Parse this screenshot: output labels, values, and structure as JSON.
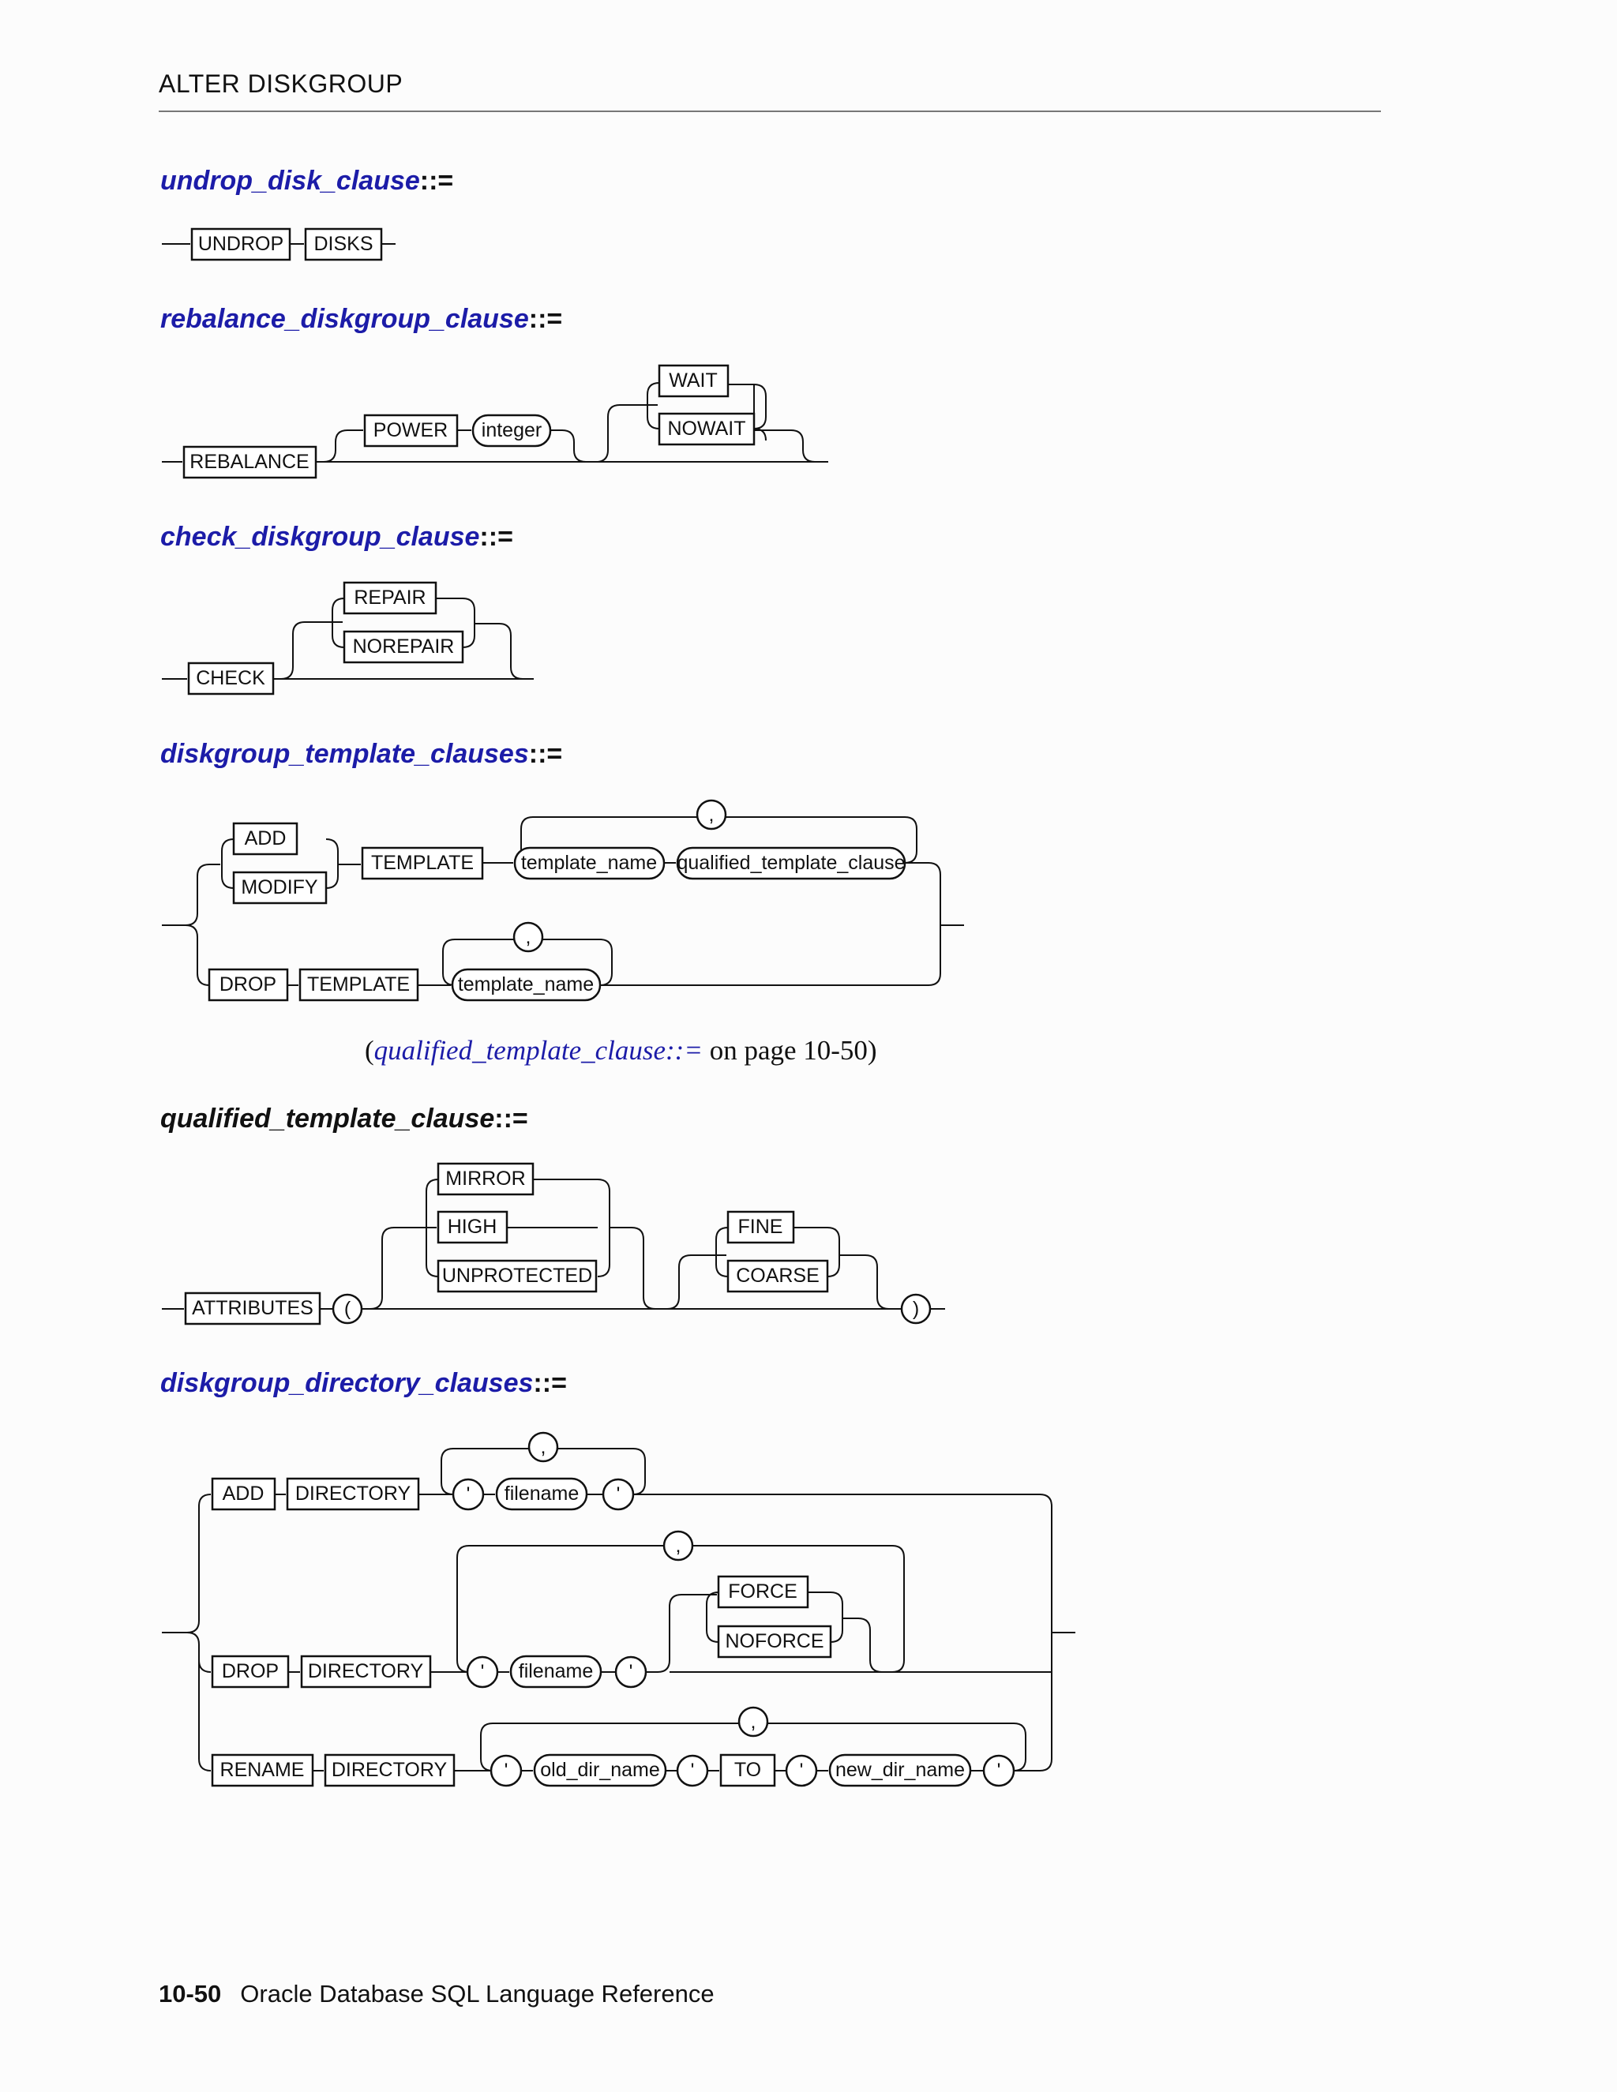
{
  "header": {
    "title": "ALTER DISKGROUP"
  },
  "sections": {
    "undrop": {
      "name": "undrop_disk_clause",
      "op": "::=",
      "tokens": {
        "undrop": "UNDROP",
        "disks": "DISKS"
      }
    },
    "rebalance": {
      "name": "rebalance_diskgroup_clause",
      "op": "::=",
      "tokens": {
        "rebalance": "REBALANCE",
        "power": "POWER",
        "integer": "integer",
        "wait": "WAIT",
        "nowait": "NOWAIT"
      }
    },
    "check": {
      "name": "check_diskgroup_clause",
      "op": "::=",
      "tokens": {
        "check": "CHECK",
        "repair": "REPAIR",
        "norepair": "NOREPAIR"
      }
    },
    "template": {
      "name": "diskgroup_template_clauses",
      "op": "::=",
      "tokens": {
        "add": "ADD",
        "modify": "MODIFY",
        "template": "TEMPLATE",
        "template_name": "template_name",
        "qualified_template_clause": "qualified_template_clause",
        "comma": ",",
        "drop": "DROP"
      }
    },
    "xref": {
      "open": "(",
      "link": "qualified_template_clause::=",
      "rest": " on page 10-50)"
    },
    "qualified": {
      "name": "qualified_template_clause",
      "op": "::=",
      "tokens": {
        "attributes": "ATTRIBUTES",
        "lparen": "(",
        "rparen": ")",
        "mirror": "MIRROR",
        "high": "HIGH",
        "unprotected": "UNPROTECTED",
        "fine": "FINE",
        "coarse": "COARSE"
      }
    },
    "directory": {
      "name": "diskgroup_directory_clauses",
      "op": "::=",
      "tokens": {
        "add": "ADD",
        "drop": "DROP",
        "rename": "RENAME",
        "directory": "DIRECTORY",
        "quote": "'",
        "filename": "filename",
        "comma": ",",
        "force": "FORCE",
        "noforce": "NOFORCE",
        "old_dir_name": "old_dir_name",
        "to": "TO",
        "new_dir_name": "new_dir_name"
      }
    }
  },
  "footer": {
    "page": "10-50",
    "title": "Oracle Database SQL Language Reference"
  }
}
